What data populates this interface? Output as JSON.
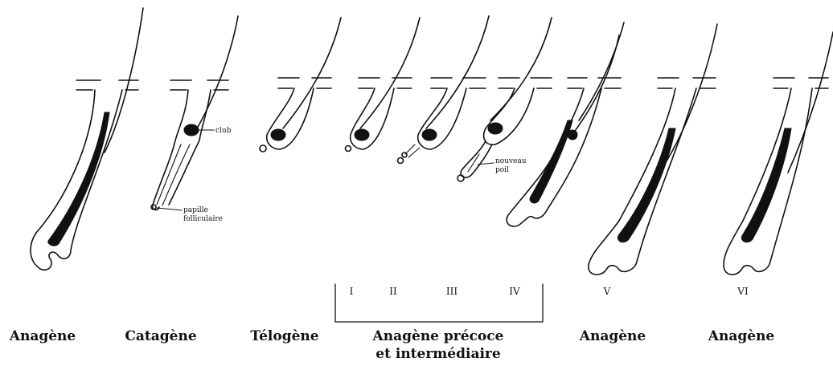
{
  "stages": [
    {
      "label": "Anagène"
    },
    {
      "label": "Catagène"
    },
    {
      "label": "Télogène"
    },
    {
      "label": "Anagène précoce",
      "label2": "et intermédiaire"
    },
    {
      "label": "Anagène"
    },
    {
      "label": "Anagène"
    }
  ],
  "phases": [
    "I",
    "II",
    "III",
    "IV",
    "V",
    "VI"
  ],
  "annotations": {
    "club": "club",
    "papilla_line1": "papille",
    "papilla_line2": "folliculaire",
    "new_hair_line1": "nouveau",
    "new_hair_line2": "poil"
  },
  "colors": {
    "ink": "#111111",
    "background": "#ffffff"
  }
}
